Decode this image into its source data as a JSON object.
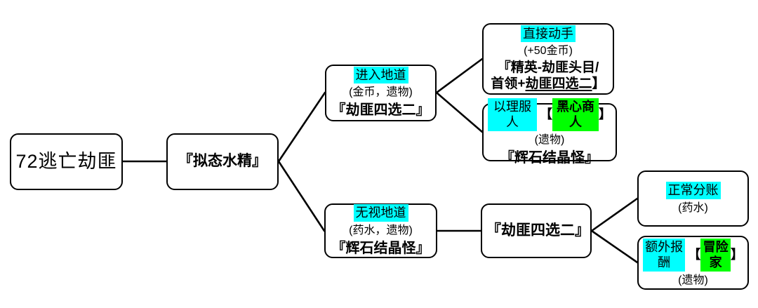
{
  "colors": {
    "highlight_cyan": "#00ffff",
    "highlight_green": "#00ff00",
    "line": "#000000",
    "background": "#ffffff"
  },
  "nodes": {
    "start": {
      "label": "72逃亡劫匪"
    },
    "mimic": {
      "title": "『拟态水精』"
    },
    "enter_tunnel": {
      "choice": "进入地道",
      "rewards": "(金币，遗物)",
      "title": "『劫匪四选二』"
    },
    "direct_attack": {
      "choice": "直接动手",
      "rewards": "(+50金币)",
      "title_line1": "『精英-劫匪头目/",
      "title_line2_pre": "首领+",
      "title_line2_underline": "劫匪四选二",
      "title_line2_post": "】"
    },
    "persuade": {
      "choice": "以理服人",
      "bracket_open": "【",
      "requirement": "黑心商人",
      "bracket_close": "】",
      "rewards": "(遗物)",
      "title": "『辉石结晶怪』"
    },
    "ignore_tunnel": {
      "choice": "无视地道",
      "rewards": "(药水，遗物)",
      "title": "『辉石结晶怪』"
    },
    "bandit_choice": {
      "title": "『劫匪四选二』"
    },
    "normal_split": {
      "choice": "正常分账",
      "rewards": "(药水)"
    },
    "extra_pay": {
      "choice": "额外报酬",
      "bracket_open": "【",
      "requirement": "冒险家",
      "bracket_close": "】",
      "rewards": "(遗物)"
    }
  }
}
